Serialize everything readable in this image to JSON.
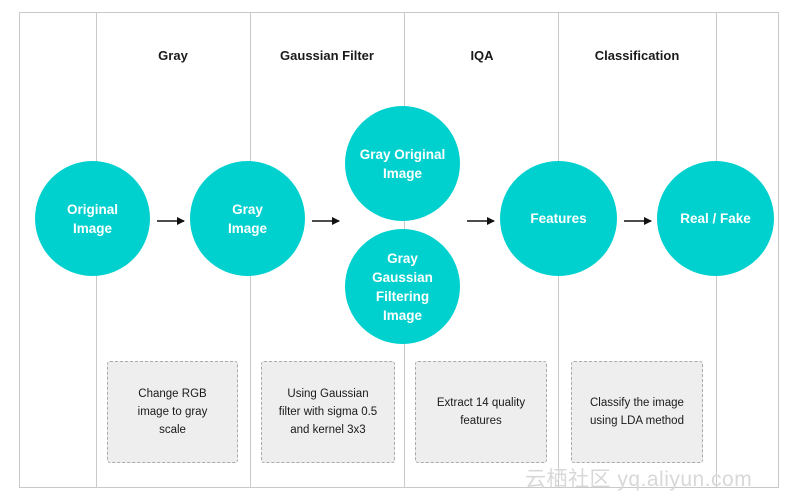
{
  "columns": {
    "gray": "Gray",
    "gaussian": "Gaussian Filter",
    "iqa": "IQA",
    "classification": "Classification"
  },
  "nodes": {
    "original": "Original\nImage",
    "gray": "Gray\nImage",
    "gray_original": "Gray Original\nImage",
    "gray_gaussian": "Gray\nGaussian\nFiltering\nImage",
    "features": "Features",
    "result": "Real / Fake"
  },
  "notes": {
    "gray": "Change RGB\nimage to gray\nscale",
    "gaussian": "Using Gaussian\nfilter with sigma 0.5\nand kernel 3x3",
    "iqa": "Extract 14 quality\nfeatures",
    "classification": "Classify the image\nusing LDA method"
  },
  "watermark": "云栖社区 yq.aliyun.com",
  "colors": {
    "node_fill": "#00d1cf",
    "border": "#c9c9c9",
    "note_fill": "#eeeeee"
  }
}
